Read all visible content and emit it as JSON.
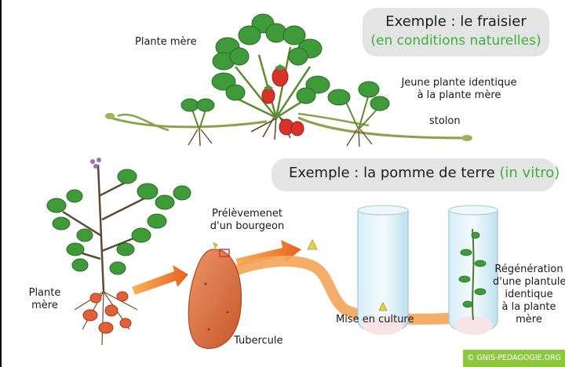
{
  "fraisier": {
    "title_line1": "Exemple : le fraisier",
    "title_line2": "(en conditions naturelles)",
    "label_plante_mere": "Plante mère",
    "label_jeune_line1": "Jeune plante identique",
    "label_jeune_line2": "à la plante mère",
    "label_stolon": "stolon"
  },
  "pomme_de_terre": {
    "title_main": "Exemple : la pomme de terre",
    "title_green": "(in vitro)",
    "label_plante_line1": "Plante",
    "label_plante_line2": "mère",
    "label_prelevement_line1": "Prélèvemenet",
    "label_prelevement_line2": "d'un bourgeon",
    "label_tubercule": "Tubercule",
    "label_mise_en_culture": "Mise en culture",
    "label_regen_line1": "Régénération",
    "label_regen_line2": "d'une plantule",
    "label_regen_line3": "identique",
    "label_regen_line4": "à la plante",
    "label_regen_line5": "mère"
  },
  "credit": "© GNIS-PEDAGOGIE.ORG",
  "colors": {
    "leaf": "#3f9a3a",
    "leaf_dark": "#2e7a2c",
    "strawberry": "#d8322b",
    "tuber": "#d9733f",
    "arrow": "#f08a24",
    "brand_green": "#8dc63f",
    "title_green": "#3fae3f"
  }
}
